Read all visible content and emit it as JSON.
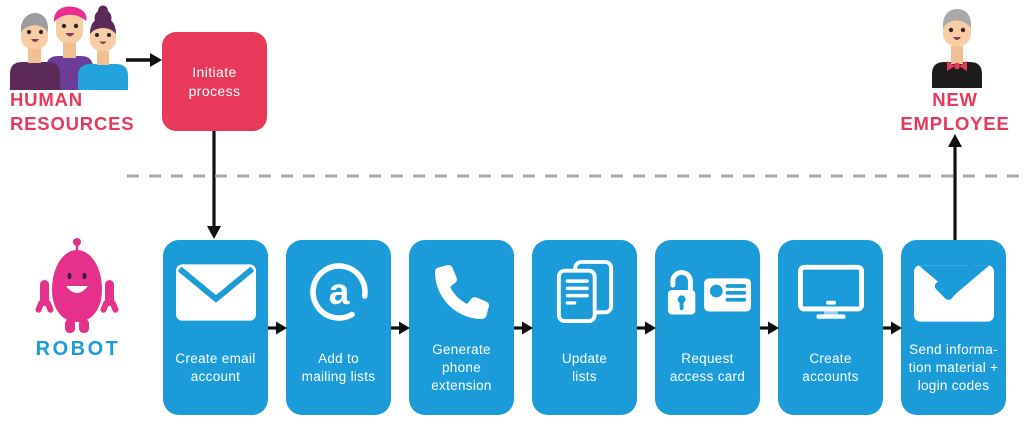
{
  "diagram": {
    "title_hidden": "",
    "hr": {
      "label": "HUMAN\nRESOURCES"
    },
    "initiate": {
      "label": "Initiate\nprocess"
    },
    "robot": {
      "label": "ROBOT"
    },
    "new_employee": {
      "label": "NEW\nEMPLOYEE"
    },
    "steps": [
      {
        "icon": "email-envelope-icon",
        "label": "Create email\naccount"
      },
      {
        "icon": "at-sign-icon",
        "label": "Add to\nmailing lists"
      },
      {
        "icon": "phone-icon",
        "label": "Generate\nphone\nextension"
      },
      {
        "icon": "documents-icon",
        "label": "Update\nlists"
      },
      {
        "icon": "padlock-id-card-icon",
        "label": "Request\naccess card"
      },
      {
        "icon": "monitor-icon",
        "label": "Create\naccounts"
      },
      {
        "icon": "envelope-check-icon",
        "label": "Send informa-\ntion material +\nlogin codes"
      }
    ],
    "colors": {
      "pink": "#E8395B",
      "blue": "#1B9CD9",
      "robot_pink": "#E5318C",
      "dash_gray": "#ABABAB",
      "arrow_black": "#111111"
    }
  }
}
